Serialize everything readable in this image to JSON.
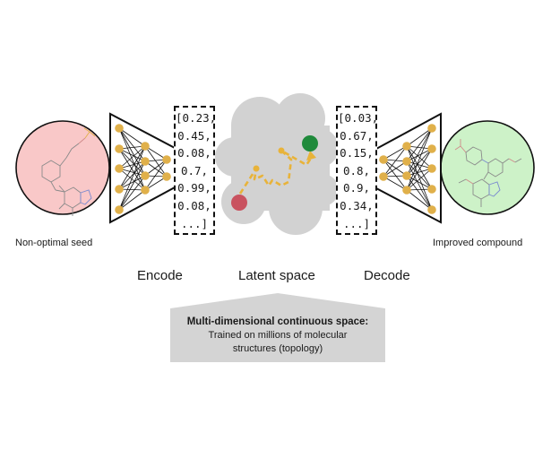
{
  "seed_label": "Non-optimal seed",
  "improved_label": "Improved compound",
  "sections": {
    "encode": "Encode",
    "latent": "Latent space",
    "decode": "Decode"
  },
  "encoder_vector": [
    "[0.23,",
    "0.45,",
    "0.08,",
    "0.7,",
    "0.99,",
    "0.08,",
    "...]"
  ],
  "decoder_vector": [
    "[0.03,",
    "0.67,",
    "0.15,",
    "0.8,",
    "0.9,",
    "0.34,",
    "...]"
  ],
  "callout": {
    "title": "Multi-dimensional continuous space:",
    "line1": "Trained on millions of molecular",
    "line2": "structures (topology)"
  },
  "colors": {
    "seed_circle": "#f9c8c8",
    "improved_circle": "#cdf2c8",
    "node": "#e0b04a",
    "latent_cloud": "#d2d2d2",
    "path": "#e8b33a",
    "start_point": "#c9525f",
    "end_point": "#1f8a3b",
    "callout_box": "#d4d4d4"
  }
}
